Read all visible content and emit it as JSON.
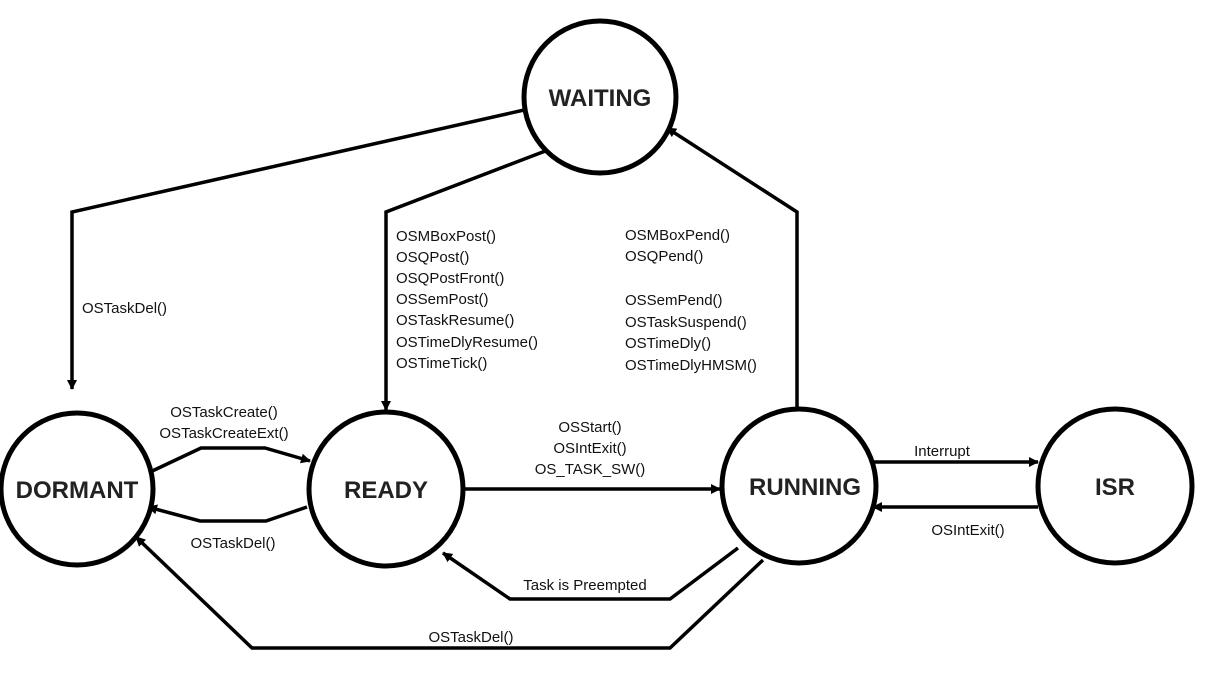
{
  "states": {
    "waiting": "WAITING",
    "dormant": "DORMANT",
    "ready": "READY",
    "running": "RUNNING",
    "isr": "ISR"
  },
  "transitions": {
    "waiting_to_dormant": [
      "OSTaskDel()"
    ],
    "waiting_to_ready": [
      "OSMBoxPost()",
      "OSQPost()",
      "OSQPostFront()",
      "OSSemPost()",
      "OSTaskResume()",
      "OSTimeDlyResume()",
      "OSTimeTick()"
    ],
    "running_to_waiting_a": [
      "OSMBoxPend()",
      "OSQPend()"
    ],
    "running_to_waiting_b": [
      "OSSemPend()",
      "OSTaskSuspend()",
      "OSTimeDly()",
      "OSTimeDlyHMSM()"
    ],
    "dormant_to_ready": [
      "OSTaskCreate()",
      "OSTaskCreateExt()"
    ],
    "ready_to_dormant": [
      "OSTaskDel()"
    ],
    "ready_to_running": [
      "OSStart()",
      "OSIntExit()",
      "OS_TASK_SW()"
    ],
    "running_to_ready": [
      "Task is Preempted"
    ],
    "running_to_isr": [
      "Interrupt"
    ],
    "isr_to_running": [
      "OSIntExit()"
    ],
    "running_to_dormant": [
      "OSTaskDel()"
    ]
  }
}
